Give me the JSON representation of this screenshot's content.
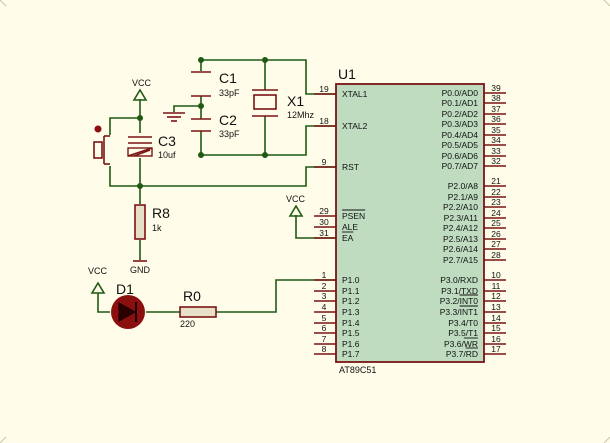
{
  "mcu": {
    "ref": "U1",
    "part": "AT89C51",
    "left_pins": [
      {
        "num": "19",
        "name": "XTAL1",
        "overbar": false
      },
      {
        "num": "18",
        "name": "XTAL2",
        "overbar": false
      },
      {
        "num": "9",
        "name": "RST",
        "overbar": false
      },
      {
        "num": "29",
        "name": "PSEN",
        "overbar": true
      },
      {
        "num": "30",
        "name": "ALE",
        "overbar": false
      },
      {
        "num": "31",
        "name": "EA",
        "overbar": true
      },
      {
        "num": "1",
        "name": "P1.0",
        "overbar": false
      },
      {
        "num": "2",
        "name": "P1.1",
        "overbar": false
      },
      {
        "num": "3",
        "name": "P1.2",
        "overbar": false
      },
      {
        "num": "4",
        "name": "P1.3",
        "overbar": false
      },
      {
        "num": "5",
        "name": "P1.4",
        "overbar": false
      },
      {
        "num": "6",
        "name": "P1.5",
        "overbar": false
      },
      {
        "num": "7",
        "name": "P1.6",
        "overbar": false
      },
      {
        "num": "8",
        "name": "P1.7",
        "overbar": false
      }
    ],
    "right_pins": [
      {
        "num": "39",
        "name": "P0.0/AD0"
      },
      {
        "num": "38",
        "name": "P0.1/AD1"
      },
      {
        "num": "37",
        "name": "P0.2/AD2"
      },
      {
        "num": "36",
        "name": "P0.3/AD3"
      },
      {
        "num": "35",
        "name": "P0.4/AD4"
      },
      {
        "num": "34",
        "name": "P0.5/AD5"
      },
      {
        "num": "33",
        "name": "P0.6/AD6"
      },
      {
        "num": "32",
        "name": "P0.7/AD7"
      },
      {
        "num": "21",
        "name": "P2.0/A8"
      },
      {
        "num": "22",
        "name": "P2.1/A9"
      },
      {
        "num": "23",
        "name": "P2.2/A10"
      },
      {
        "num": "24",
        "name": "P2.3/A11"
      },
      {
        "num": "25",
        "name": "P2.4/A12"
      },
      {
        "num": "26",
        "name": "P2.5/A13"
      },
      {
        "num": "27",
        "name": "P2.6/A14"
      },
      {
        "num": "28",
        "name": "P2.7/A15"
      },
      {
        "num": "10",
        "name": "P3.0/RXD"
      },
      {
        "num": "11",
        "name": "P3.1/TXD"
      },
      {
        "num": "12",
        "name": "P3.2/",
        "tail": "INT0"
      },
      {
        "num": "13",
        "name": "P3.3/",
        "tail": "INT1"
      },
      {
        "num": "14",
        "name": "P3.4/T0"
      },
      {
        "num": "15",
        "name": "P3.5/T1"
      },
      {
        "num": "16",
        "name": "P3.6/",
        "tail": "WR"
      },
      {
        "num": "17",
        "name": "P3.7/",
        "tail": "RD"
      }
    ]
  },
  "components": {
    "c1": {
      "ref": "C1",
      "value": "33pF"
    },
    "c2": {
      "ref": "C2",
      "value": "33pF"
    },
    "x1": {
      "ref": "X1",
      "value": "12Mhz"
    },
    "c3": {
      "ref": "C3",
      "value": "10uf"
    },
    "r8": {
      "ref": "R8",
      "value": "1k"
    },
    "r0": {
      "ref": "R0",
      "value": "220"
    },
    "d1": {
      "ref": "D1"
    }
  },
  "power": {
    "vcc_reset": "VCC",
    "vcc_ea": "VCC",
    "vcc_led": "VCC",
    "gnd": "GND"
  },
  "colors": {
    "background": "#fffde9",
    "chip_fill": "#bfdcc0",
    "wire": "#1f5a14",
    "component": "#7a1414",
    "diode_fill": "#8b0f0f"
  }
}
